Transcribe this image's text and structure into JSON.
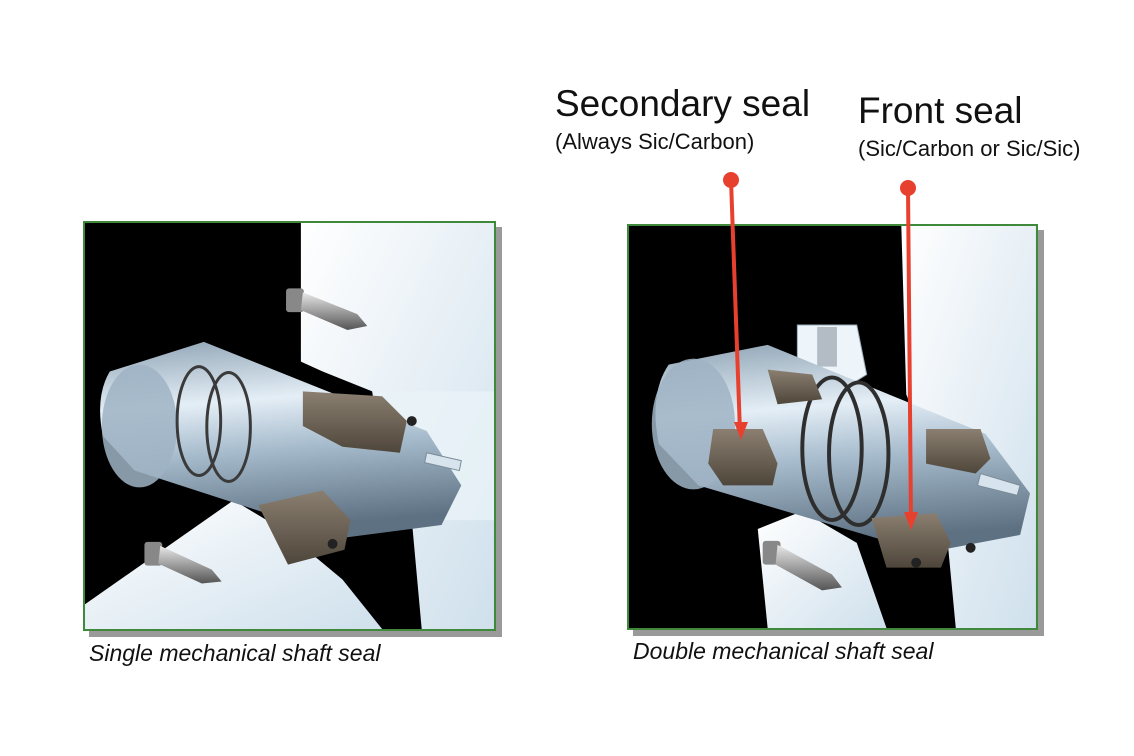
{
  "captions": {
    "single": "Single mechanical shaft seal",
    "double": "Double mechanical shaft seal"
  },
  "labels": {
    "secondary_seal": {
      "title": "Secondary seal",
      "note": "(Always Sic/Carbon)"
    },
    "front_seal": {
      "title": "Front seal",
      "note": "(Sic/Carbon or Sic/Sic)"
    }
  },
  "colors": {
    "panel_border": "#3f8a3a",
    "leader_line": "#e8402f",
    "panel_background": "#000000",
    "shaft_steel": "#b9cfe0",
    "seal_face_brown": "#6e6354"
  }
}
